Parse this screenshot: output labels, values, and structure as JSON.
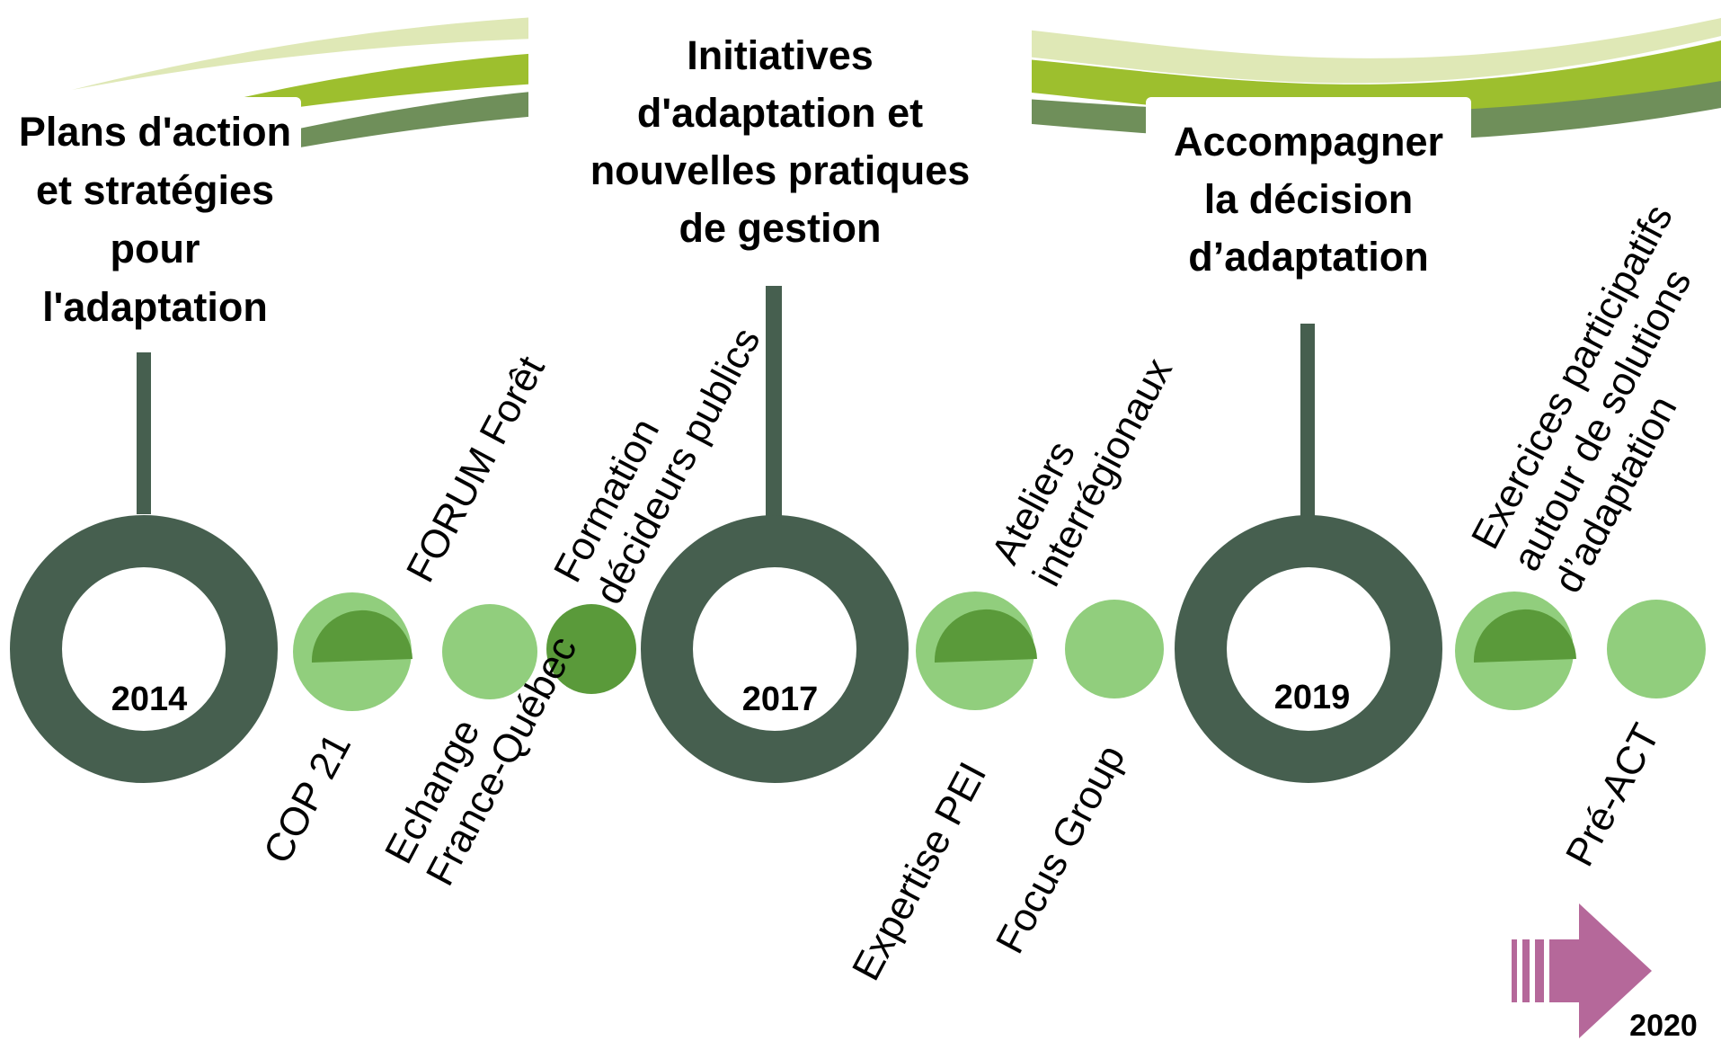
{
  "titles": {
    "left": [
      "Plans d'action",
      "et stratégies",
      "pour",
      "l'adaptation"
    ],
    "center": [
      "Initiatives",
      "d'adaptation et",
      "nouvelles pratiques",
      "de gestion"
    ],
    "right": [
      "Accompagner",
      "la décision",
      "d’adaptation"
    ]
  },
  "years": {
    "y2014": "2014",
    "y2017": "2017",
    "y2019": "2019",
    "y2020": "2020"
  },
  "events": {
    "forum_foret": "FORUM Forêt",
    "formation_l1": "Formation",
    "formation_l2": "décideurs publics",
    "ateliers_l1": "Ateliers",
    "ateliers_l2": "interrégionaux",
    "exercices_l1": "Exercices participatifs",
    "exercices_l2": "autour de solutions",
    "exercices_l3": "d’adaptation",
    "cop21": "COP 21",
    "echange_l1": "Echange",
    "echange_l2": "France-Québec",
    "expertise_pei": "Expertise PEI",
    "focus_group": "Focus Group",
    "pre_act": "Pré-ACT"
  },
  "colors": {
    "dark_green": "#465f4f",
    "light_green": "#91ce7d",
    "mid_green": "#5a9a3a",
    "lime": "#9dbf2e",
    "pale_lime": "#d8e3a8",
    "sage": "#6f8f5a",
    "arrow_pink": "#b5689a"
  }
}
